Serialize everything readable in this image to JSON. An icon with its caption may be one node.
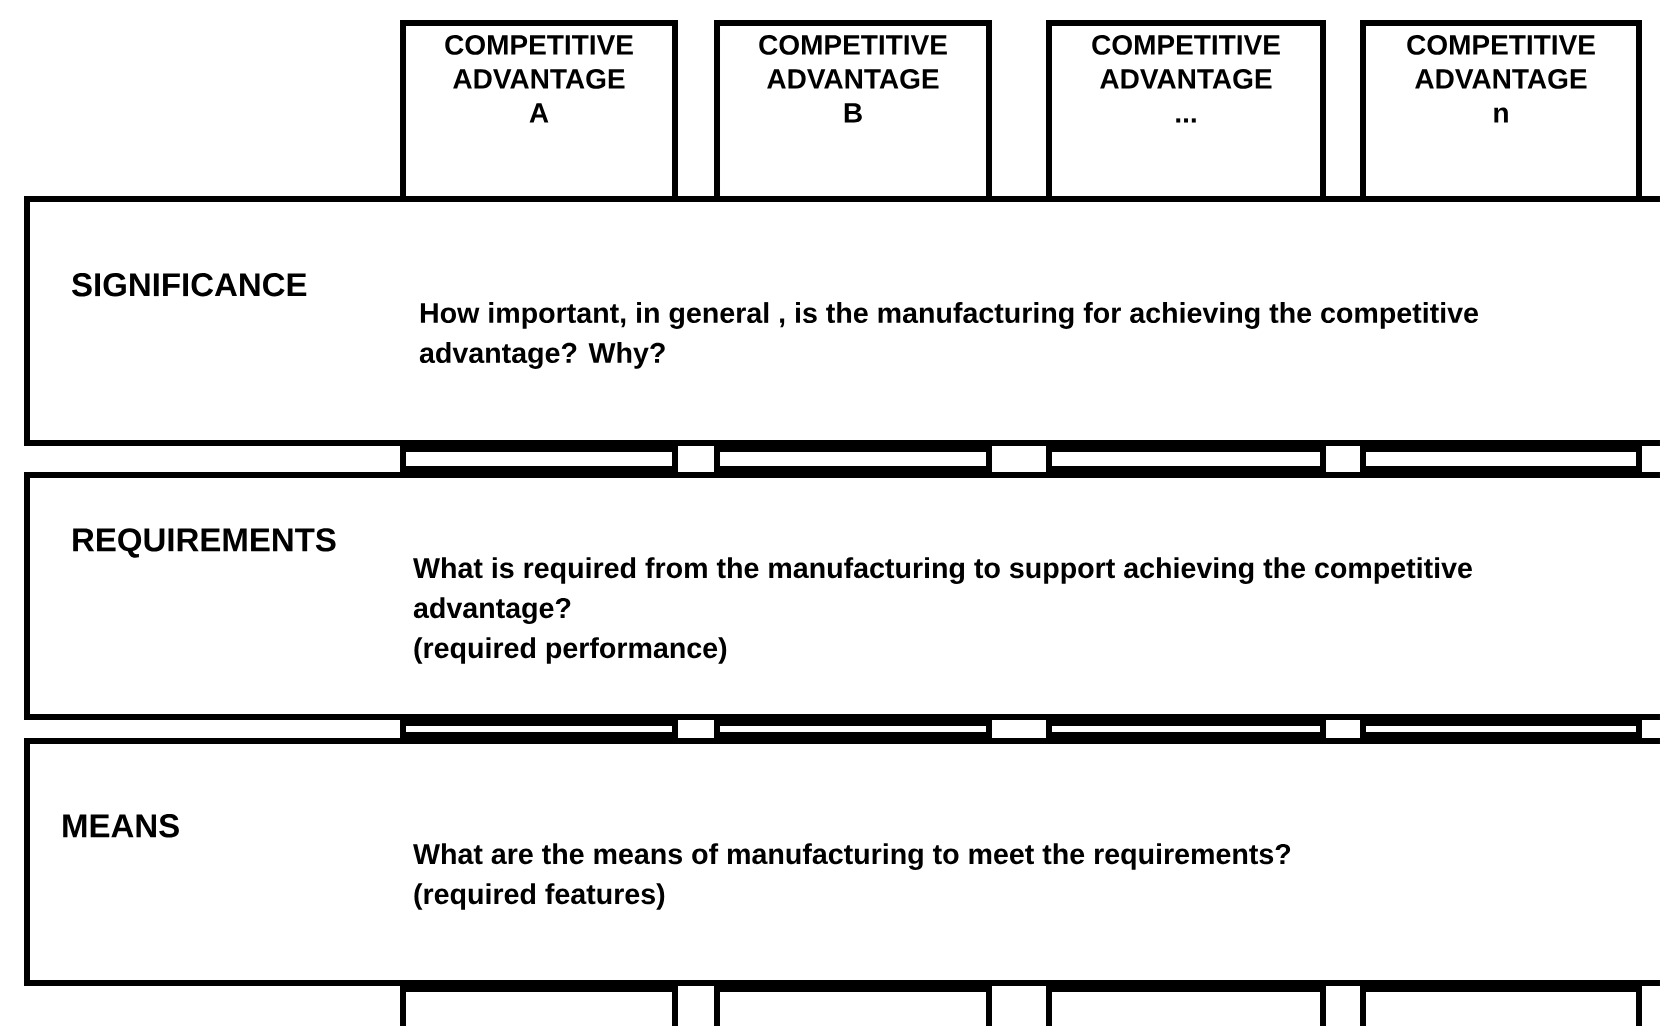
{
  "diagram": {
    "nodes": [
      {
        "text": [
          "COMPETITIVE ADVANTAGE A"
        ]
      },
      {
        "text": [
          "COMPETITIVE ADVANTAGE B"
        ]
      },
      {
        "text": [
          "COMPETITIVE ADVANTAGE ..."
        ]
      },
      {
        "text": [
          "COMPETITIVE ADVANTAGE n"
        ]
      },
      {
        "text": [
          "SIGNIFICANCE",
          "How important, in general , is the manufacturing for achieving  the competitive advantage? Why?"
        ]
      },
      {
        "text": [],
        "shape": "box"
      },
      {
        "text": [],
        "shape": "box"
      },
      {
        "text": [],
        "shape": "box"
      },
      {
        "text": [],
        "shape": "box"
      },
      {
        "text": [
          "REQUIREMENTS",
          "What is required from the manufacturing to support achieving the competitive advantage?",
          "(required performance)"
        ]
      },
      {
        "text": [],
        "shape": "box"
      },
      {
        "text": [],
        "shape": "box"
      },
      {
        "text": [],
        "shape": "box"
      },
      {
        "text": [],
        "shape": "box"
      },
      {
        "text": [
          "MEANS",
          "What are the means of manufacturing to meet the requirements?",
          "(required features)"
        ]
      },
      {
        "text": [],
        "shape": "box"
      },
      {
        "text": [],
        "shape": "box"
      },
      {
        "text": [],
        "shape": "box"
      },
      {
        "text": [],
        "shape": "box"
      }
    ]
  }
}
